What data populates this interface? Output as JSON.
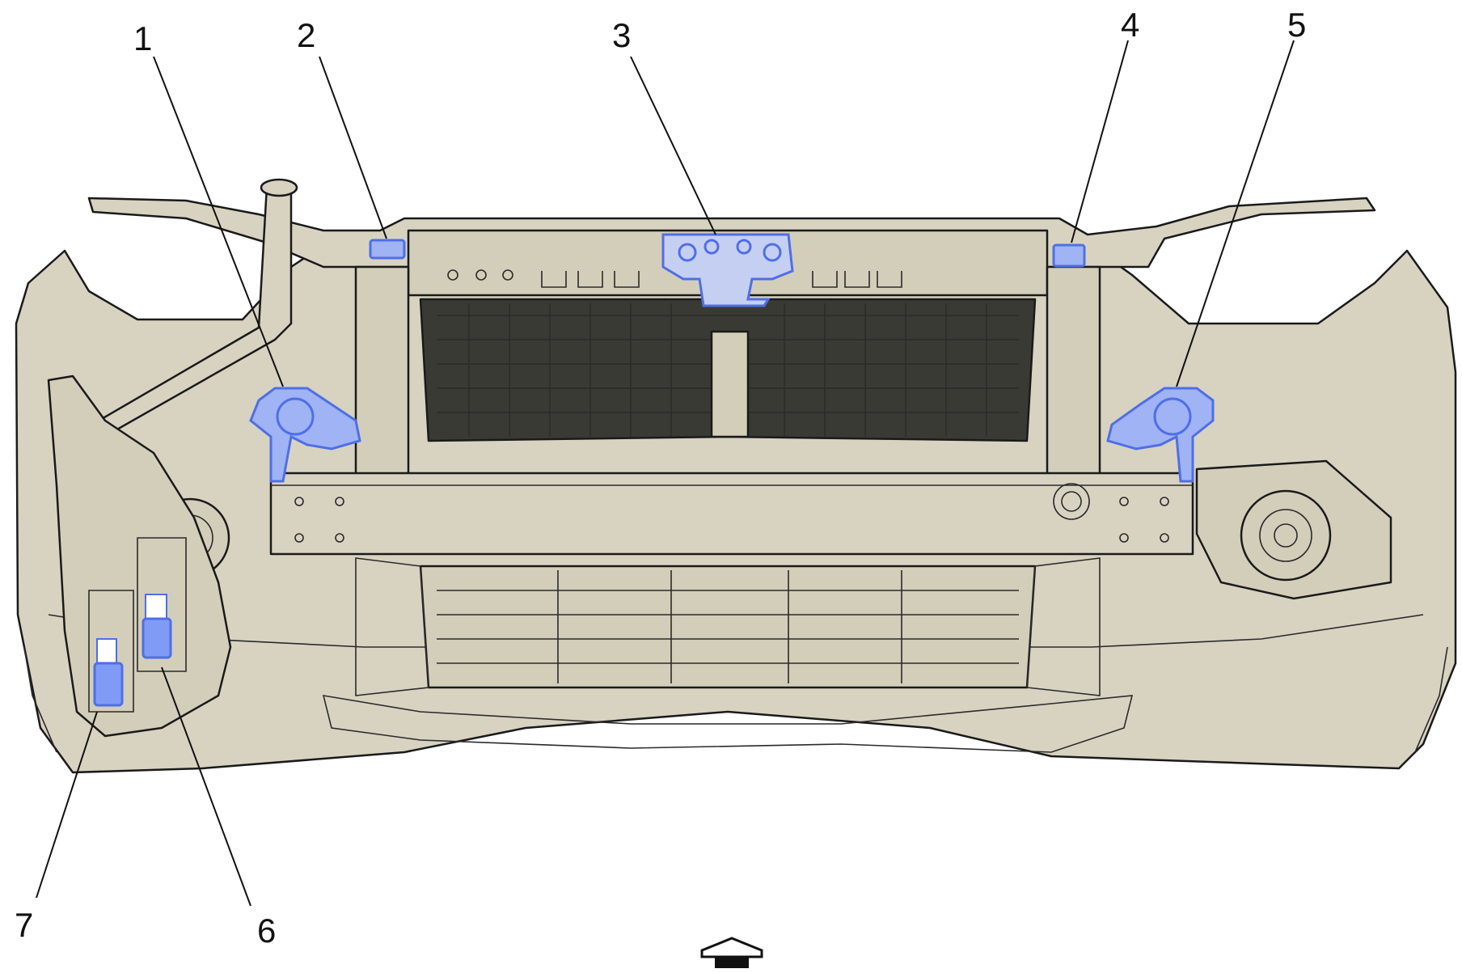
{
  "callouts": [
    {
      "label": "1"
    },
    {
      "label": "2"
    },
    {
      "label": "3"
    },
    {
      "label": "4"
    },
    {
      "label": "5"
    },
    {
      "label": "6"
    },
    {
      "label": "7"
    }
  ],
  "colors": {
    "body_fill": "#d8d3c1",
    "body_shade": "#c9c3ae",
    "grille_dark": "#3a3a35",
    "highlight": "#7f9bf5",
    "highlight_stroke": "#4f6fe6",
    "ink": "#1a1a1a"
  },
  "icons": {
    "direction": "forward-arrow-icon"
  }
}
